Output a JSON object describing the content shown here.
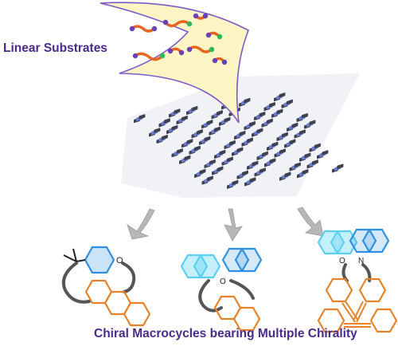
{
  "labels": {
    "top": "Linear Substrates",
    "bottom": "Chiral Macrocycles bearing Multiple Chirality"
  },
  "atoms": {
    "o1": "O",
    "o2": "O",
    "o3": "O",
    "n1": "N"
  },
  "colors": {
    "label_text": "#4a2a8a",
    "framework_dark": "#3d4150",
    "framework_blue": "#6f7fd8",
    "blade_fill": "#fbf5c4",
    "blade_stroke": "#7b5ac8",
    "chain": "#e8641f",
    "bead_purple": "#6a3fb8",
    "bead_green": "#2db85a",
    "arrow_gray": "#b7b7b7",
    "aryl_blue": "#2f8fe0",
    "aryl_cyan": "#5ad0f0",
    "aryl_orange": "#e8822a",
    "bond_black": "#222222",
    "linker_gray": "#555555"
  }
}
